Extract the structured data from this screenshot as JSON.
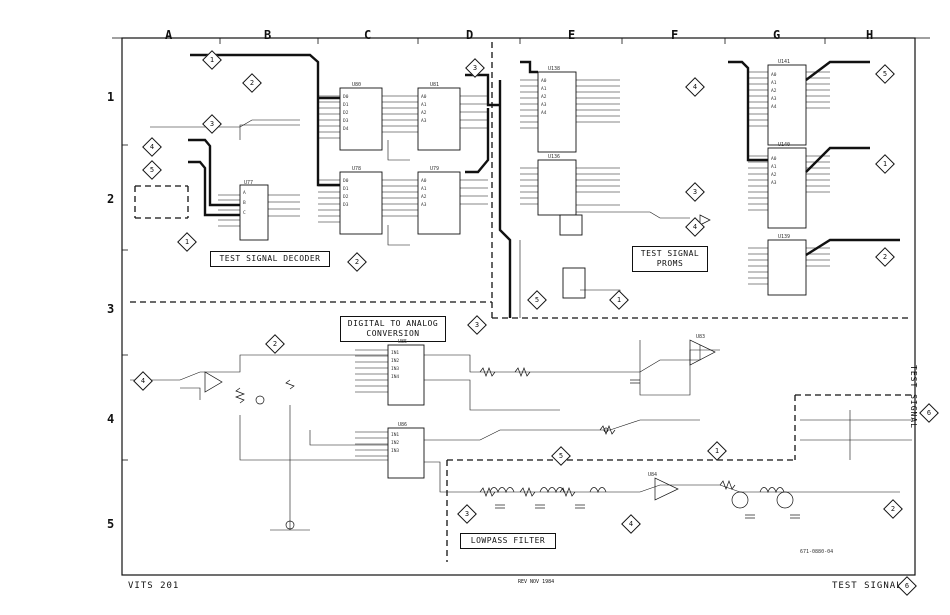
{
  "grid": {
    "columns": [
      "A",
      "B",
      "C",
      "D",
      "E",
      "F",
      "G",
      "H"
    ],
    "rows": [
      "1",
      "2",
      "3",
      "4",
      "5"
    ]
  },
  "blocks": {
    "decoder": "TEST SIGNAL DECODER",
    "proms": "TEST SIGNAL\nPROMS",
    "dac": "DIGITAL TO ANALOG\nCONVERSION",
    "lpf": "LOWPASS FILTER"
  },
  "chips": {
    "u80": "U80",
    "u81": "U81",
    "u78": "U78",
    "u79": "U79",
    "u77": "U77",
    "u138": "U138",
    "u136": "U136",
    "u141": "U141",
    "u140": "U140",
    "u139": "U139",
    "u85": "U85",
    "u86": "U86",
    "u83": "U83",
    "u84": "U84"
  },
  "refs": {
    "1": "1",
    "2": "2",
    "3": "3",
    "4": "4",
    "5": "5"
  },
  "footer": {
    "left": "VITS 201",
    "center": "REV NOV 1984",
    "right": "TEST SIGNAL",
    "page": "6"
  },
  "side": {
    "label": "TEST SIGNAL",
    "page": "6"
  },
  "part_ref": "671-0880-04"
}
